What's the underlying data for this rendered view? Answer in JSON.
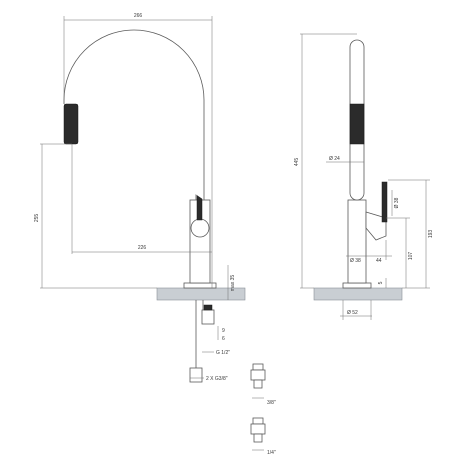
{
  "front_view": {
    "width": "266",
    "height": "255",
    "reach": "226",
    "max_thickness": "max 35",
    "thread_a": "9",
    "thread_b": "6",
    "connection": "G 1/2\"",
    "hoses": "2 X G3/8\""
  },
  "side_view": {
    "total_height": "445",
    "spout_diameter": "Ø 24",
    "lever_diameter": "Ø 38",
    "body_diameter": "Ø 38",
    "lever_offset": "44",
    "dim_107": "107",
    "dim_193": "193",
    "dim_5": "5",
    "base_diameter": "Ø 52"
  },
  "fittings": {
    "upper": "3/8\"",
    "lower": "1/4\""
  },
  "colors": {
    "line": "#5a5a5a",
    "dimension": "#6e6e6e",
    "handle": "#2b2b2b",
    "countertop": "#c9ced3"
  }
}
